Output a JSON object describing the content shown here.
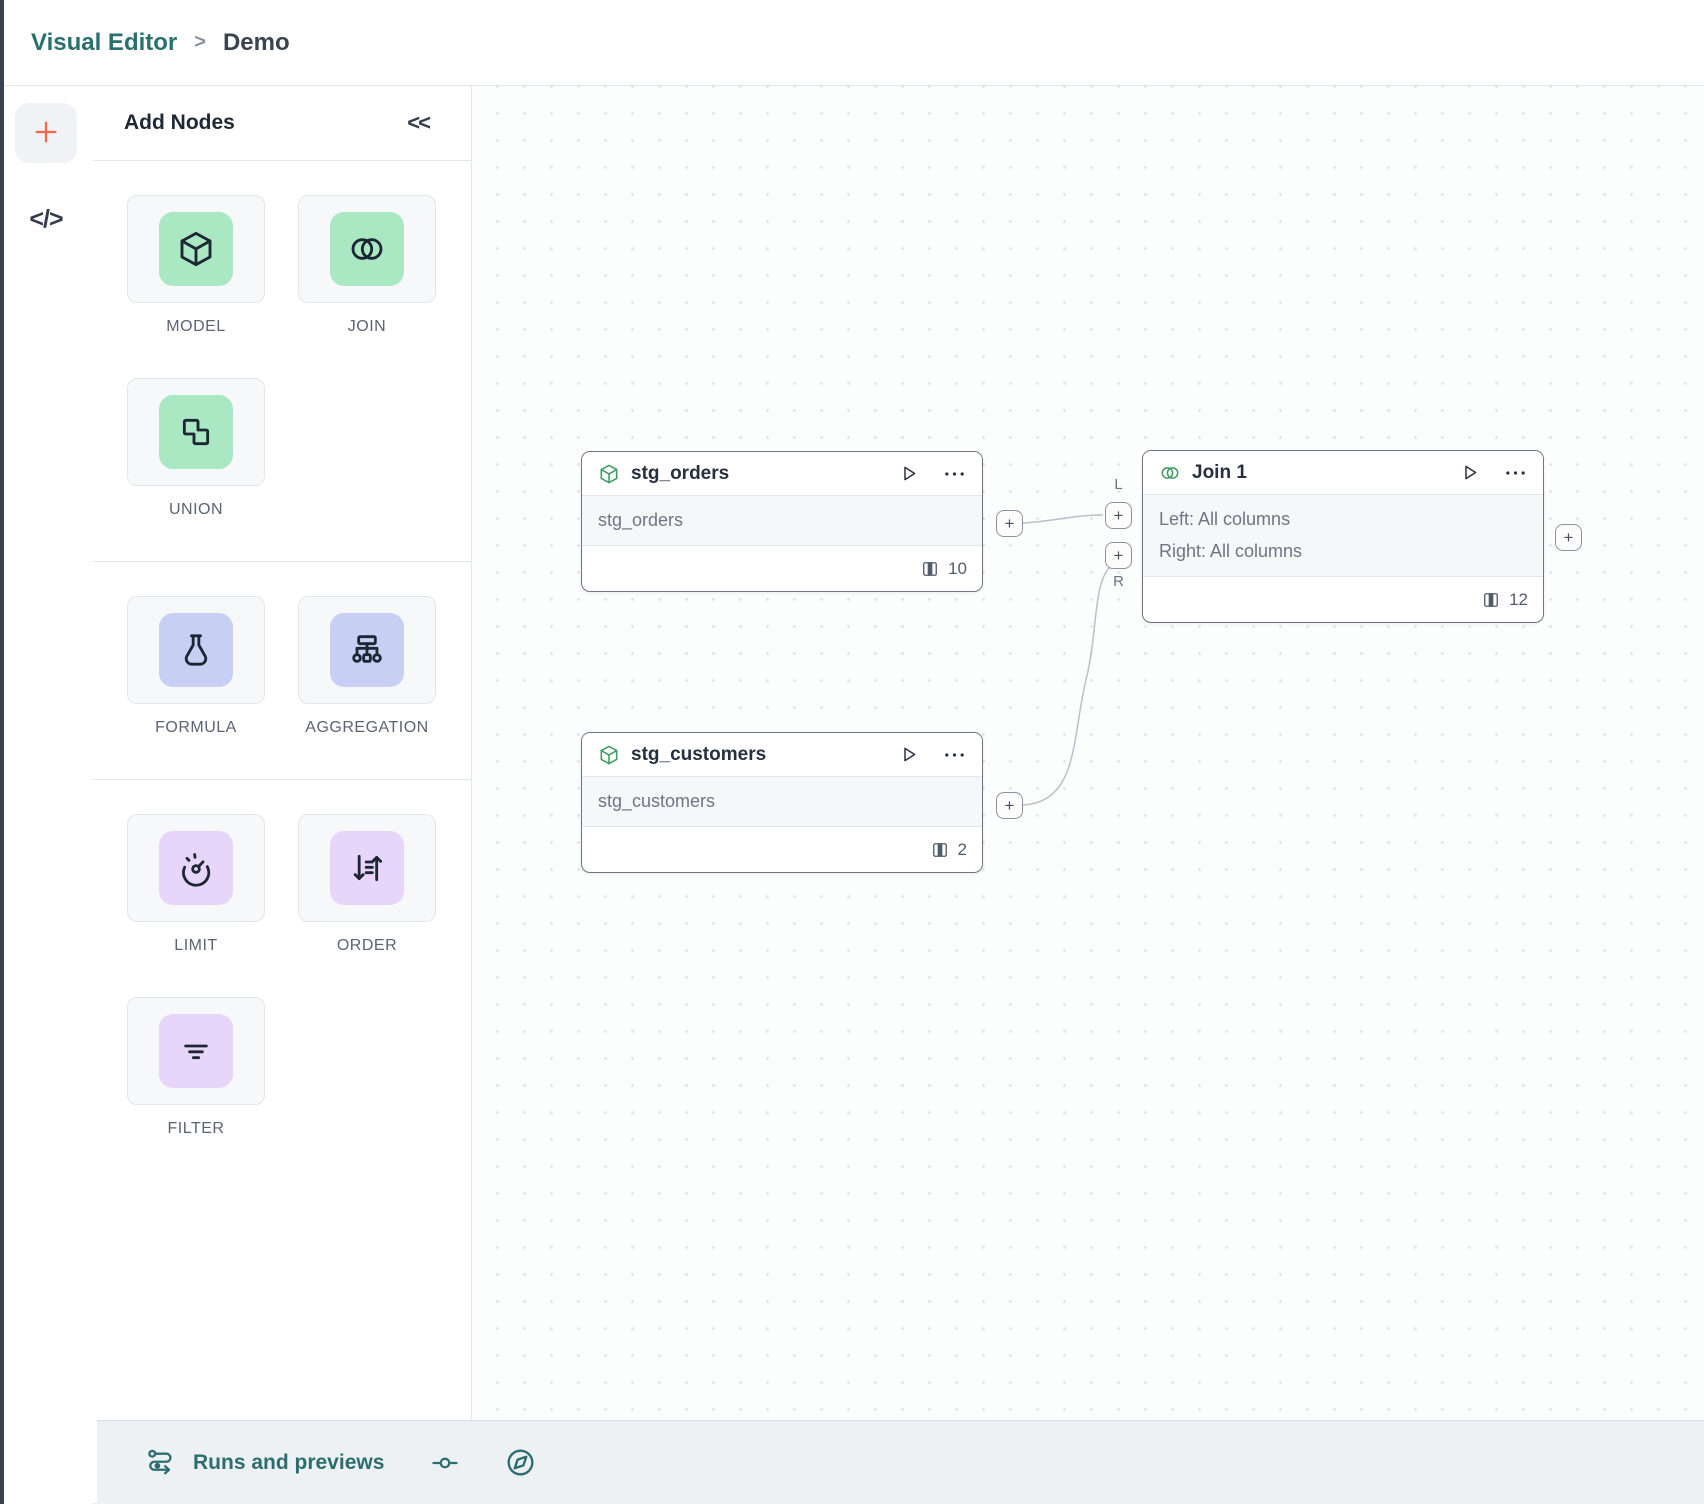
{
  "topbar": {
    "breadcrumb": {
      "app": "Visual Editor",
      "separator": ">",
      "page": "Demo"
    }
  },
  "rail": {
    "icons": [
      {
        "name": "plus-icon"
      },
      {
        "name": "code-icon"
      }
    ],
    "code_glyph": "</>"
  },
  "palette": {
    "title": "Add Nodes",
    "collapse_glyph": "<<",
    "groups": [
      {
        "items": [
          {
            "label": "MODEL",
            "icon": "cube-icon"
          },
          {
            "label": "JOIN",
            "icon": "venn-icon"
          },
          {
            "label": "UNION",
            "icon": "union-icon"
          }
        ]
      },
      {
        "items": [
          {
            "label": "FORMULA",
            "icon": "flask-icon"
          },
          {
            "label": "AGGREGATION",
            "icon": "hierarchy-icon"
          }
        ]
      },
      {
        "items": [
          {
            "label": "LIMIT",
            "icon": "gauge-icon"
          },
          {
            "label": "ORDER",
            "icon": "sort-icon"
          },
          {
            "label": "FILTER",
            "icon": "filter-icon"
          }
        ]
      }
    ]
  },
  "canvas": {
    "port_plus": "+",
    "port_labels": {
      "left": "L",
      "right": "R"
    },
    "nodes": [
      {
        "title": "stg_orders",
        "icon": "cube-icon",
        "rows": [
          "stg_orders"
        ],
        "column_count": "10"
      },
      {
        "title": "Join 1",
        "icon": "venn-icon",
        "rows": [
          "Left: All columns",
          "Right: All columns"
        ],
        "column_count": "12"
      },
      {
        "title": "stg_customers",
        "icon": "cube-icon",
        "rows": [
          "stg_customers"
        ],
        "column_count": "2"
      }
    ]
  },
  "statusbar": {
    "runs_label": "Runs and previews",
    "icons": [
      {
        "name": "route-icon"
      },
      {
        "name": "commit-icon"
      },
      {
        "name": "compass-icon"
      }
    ]
  },
  "colors": {
    "accent_teal": "#2c6e6d",
    "accent_orange": "#f2684c",
    "node_icon_green": "#3f9b63",
    "tile_green": "#a9e8c2",
    "tile_indigo": "#c7cff5",
    "tile_purple": "#e7d6f9"
  }
}
